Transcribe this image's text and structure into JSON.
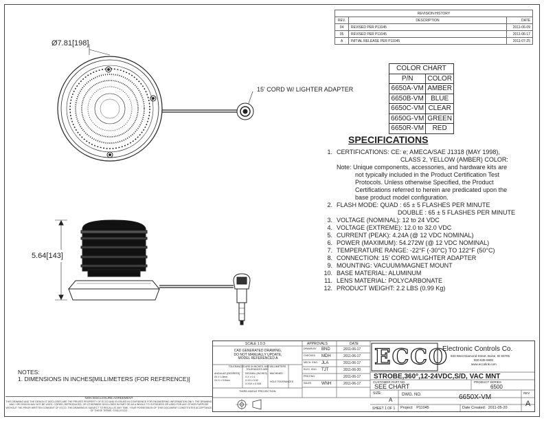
{
  "revision": {
    "title": "REVISION HISTORY",
    "headers": [
      "REV.",
      "DESCRIPTION",
      "DATE"
    ],
    "rows": [
      {
        "rev": "04",
        "desc": "REVISED PER P11045",
        "date": "2011-06-09"
      },
      {
        "rev": "05",
        "desc": "REVISED PER P11045",
        "date": "2011-06-17"
      },
      {
        "rev": "A",
        "desc": "INITIAL RELEASE PER P11045",
        "date": "2011-07-25"
      }
    ]
  },
  "dimensions": {
    "diameter": "Ø7.81",
    "diameter_mm": "[198]",
    "height": "5.64",
    "height_mm": "[143]",
    "cord_label": "15' CORD W/ LIGHTER ADAPTER"
  },
  "color_chart": {
    "title": "COLOR CHART",
    "headers": [
      "P/N",
      "COLOR"
    ],
    "rows": [
      {
        "pn": "6650A-VM",
        "color": "AMBER"
      },
      {
        "pn": "6650B-VM",
        "color": "BLUE"
      },
      {
        "pn": "6650C-VM",
        "color": "CLEAR"
      },
      {
        "pn": "6650G-VM",
        "color": "GREEN"
      },
      {
        "pn": "6650R-VM",
        "color": "RED"
      }
    ]
  },
  "specifications": {
    "title": "SPECIFICATIONS",
    "lines": [
      {
        "num": "1.",
        "text": "CERTIFICATIONS:  CE: e; AMECA/SAE J1318 (MAY 1998),",
        "indent": 0
      },
      {
        "num": "",
        "text": "CLASS 2, YELLOW (AMBER) COLOR:",
        "indent": 93
      },
      {
        "num": "",
        "text": "Note:   Unique components, accessories, and hardware kits are",
        "indent": 0
      },
      {
        "num": "",
        "text": "not typically included in the Product Certification Test",
        "indent": 27
      },
      {
        "num": "",
        "text": "Protocols.  Unless otherwise Specified, the Product",
        "indent": 27
      },
      {
        "num": "",
        "text": "Certifications referred to herein are predicated upon the",
        "indent": 27
      },
      {
        "num": "",
        "text": "base product model configuration.",
        "indent": 27
      },
      {
        "num": "2.",
        "text": "FLASH MODE: QUAD : 65 ± 5 FLASHES PER MINUTE",
        "indent": 0
      },
      {
        "num": "",
        "text": "DOUBLE : 65 ± 5 FLASHES PER MINUTE",
        "indent": 89
      },
      {
        "num": "3.",
        "text": "VOLTAGE (NOMINAL): 12 to 24 VDC",
        "indent": 0
      },
      {
        "num": "4.",
        "text": "VOLTAGE (EXTREME): 12.0 to 32.0 VDC",
        "indent": 0
      },
      {
        "num": "5.",
        "text": "CURRENT (PEAK): 4.24A (@ 12 VDC NOMINAL)",
        "indent": 0
      },
      {
        "num": "6.",
        "text": "POWER (MAXIMUM): 54.272W (@ 12 VDC NOMINAL)",
        "indent": 0
      },
      {
        "num": "7.",
        "text": "TEMPERATURE RANGE: -22°F (-30°C) TO 122°F (50°C)",
        "indent": 0
      },
      {
        "num": "8.",
        "text": "CONNECTION: 15' CORD W/LIGHTER ADAPTER",
        "indent": 0
      },
      {
        "num": "9.",
        "text": "MOUNTING: VACUUM/MAGNET MOUNT",
        "indent": 0
      },
      {
        "num": "10.",
        "text": "BASE MATERIAL: ALUMINUM",
        "indent": 0
      },
      {
        "num": "11.",
        "text": "LENS MATERIAL: POLYCARBONATE",
        "indent": 0
      },
      {
        "num": "12.",
        "text": "PRODUCT WEIGHT: 2.2 LBS (0.99 Kg)",
        "indent": 0
      }
    ]
  },
  "notes": {
    "title": "NOTES:",
    "line1": "1. DIMENSIONS IN INCHES[MILLIMETERS (FOR REFERENCE)]"
  },
  "nondisclosure": {
    "title": "NON DISCLOSURE AGREEMENT",
    "text": "THIS DRAWING AND THE DESIGN IT DISCLOSES ARE THE PRIVATE PROPERTY OF ECCO AND IS ISSUED IN CONFIDENCE FOR ENGINEERING INFORMATION ONLY. THE DRAWING AND / OR DESIGN MAY NOT BE USED, COPIED, REPRODUCED, OR OTHERWISE DISCLOSED IN PART OR AS A WHOLE TO OUTSIDERS OR USED FOR ANY OTHER PURPOSE WITHOUT THE PRIOR WRITTEN CONSENT OF ECCO. THE DRAWING IS SUBJECT TO RECALL AT ANY TIME. YOUR POSSESSION OF THIS DOCUMENT CONSTITUTES ACCEPTANCE OF THESE TERMS. ©2011 ECCO"
  },
  "title_block": {
    "scale": "SCALE 1.5:3",
    "cad_note": [
      "CAD GENERATED DRAWING,",
      "DO NOT MANUALLY UPDATE,",
      "MODEL REFERENCED A"
    ],
    "tolerance_note": [
      "TOLERANCES ARE IN INCHES, AND MILLIMETERS",
      "TOLERANCES ARE:"
    ],
    "tol_col1_title": "ANGULAR (DEGREES)",
    "tol_col1": [
      "XX ± 1.0mm",
      "XX.X ± 0.5mm"
    ],
    "tol_col2_title": "DECIMAL (INCHES)",
    "tol_col2": [
      "X.X ± 0.1",
      "X.XX ± 0.02",
      "X.XXX ± 0.005"
    ],
    "tol_col3_title": "MACHINED",
    "tol_col4_title": "HOLE TOLERANCES",
    "projection": "THIRD ANGLE PROJECTION",
    "approvals_header": "APPROVALS",
    "date_header": "DATE",
    "approvals": [
      {
        "role": "DRAWN BY",
        "name": "BND",
        "date": "2011-06-17"
      },
      {
        "role": "CHECKED",
        "name": "MDH",
        "date": "2011-06-17"
      },
      {
        "role": "MECH. ENG.",
        "name": "JLA",
        "date": "2011-06-17"
      },
      {
        "role": "ELEC. ENG.",
        "name": "TJT",
        "date": "2011-06-20"
      },
      {
        "role": "PRD ENG.",
        "name": "",
        "date": "2011-06-17"
      },
      {
        "role": "SALES",
        "name": "WNH",
        "date": "2011-06-17"
      }
    ],
    "logo": "ECCO",
    "company": "Electronic Controls Co.",
    "address": "833 West Diamond Street, Boise, ID 83705",
    "phone": "800-635-5900",
    "website": "www.eccolink.com",
    "part_title": "STROBE,360°,12-24VDC,S/D, VAC MNT",
    "customer_part_label": "CUSTOMER PART NO.",
    "customer_part": "SEE CHART",
    "product_series_label": "PRODUCT SERIES",
    "product_series": "6500",
    "size_label": "SIZE:",
    "size": "A",
    "dwg_label": "DWG.  NO.",
    "dwg": "6650X-VM",
    "rev_label": "REV.",
    "rev": "A",
    "sheet": "SHEET 1 OF 1",
    "project_label": "Project:",
    "project": "P11045",
    "created_label": "Date Created:",
    "created": "2011-05-20"
  }
}
